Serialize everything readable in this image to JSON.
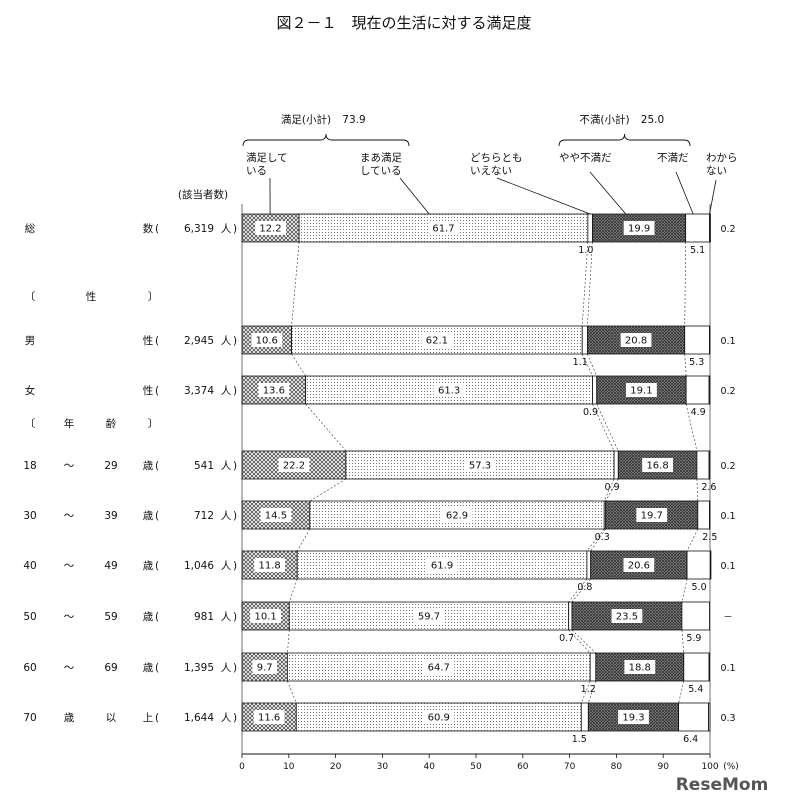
{
  "chart_data": {
    "type": "bar",
    "orientation": "horizontal",
    "stacked": true,
    "title": "図２－１　現在の生活に対する満足度",
    "count_header": "(該当者数)",
    "groups": {
      "satisfied": {
        "label": "満足(小計)",
        "value": "73.9"
      },
      "dissatisfied": {
        "label": "不満(小計)",
        "value": "25.0"
      }
    },
    "legend": [
      {
        "key": "s1",
        "label_lines": [
          "満足して",
          "いる"
        ],
        "pattern": "cross"
      },
      {
        "key": "s2",
        "label_lines": [
          "まあ満足",
          "している"
        ],
        "pattern": "dots"
      },
      {
        "key": "s3",
        "label_lines": [
          "どちらとも",
          "いえない"
        ],
        "pattern": "white"
      },
      {
        "key": "s4",
        "label_lines": [
          "やや不満だ"
        ],
        "pattern": "dense"
      },
      {
        "key": "s5",
        "label_lines": [
          "不満だ"
        ],
        "pattern": "white"
      },
      {
        "key": "s6",
        "label_lines": [
          "わから",
          "ない"
        ],
        "pattern": "white"
      }
    ],
    "sections": [
      {
        "key": "sex",
        "label_chars": [
          "〔",
          "性",
          "〕"
        ]
      },
      {
        "key": "age",
        "label_chars": [
          "〔",
          "年",
          "齢",
          "〕"
        ]
      }
    ],
    "rows": [
      {
        "name_chars": [
          "総",
          "数"
        ],
        "count": "6,319",
        "unit": "人",
        "values": [
          12.2,
          61.7,
          1.0,
          19.9,
          5.1,
          0.2
        ],
        "labels": [
          "12.2",
          "61.7",
          "1.0",
          "19.9",
          "5.1",
          "0.2"
        ]
      },
      {
        "name_chars": [
          "男",
          "性"
        ],
        "count": "2,945",
        "unit": "人",
        "values": [
          10.6,
          62.1,
          1.1,
          20.8,
          5.3,
          0.1
        ],
        "labels": [
          "10.6",
          "62.1",
          "1.1",
          "20.8",
          "5.3",
          "0.1"
        ]
      },
      {
        "name_chars": [
          "女",
          "性"
        ],
        "count": "3,374",
        "unit": "人",
        "values": [
          13.6,
          61.3,
          0.9,
          19.1,
          4.9,
          0.2
        ],
        "labels": [
          "13.6",
          "61.3",
          "0.9",
          "19.1",
          "4.9",
          "0.2"
        ]
      },
      {
        "name_chars": [
          "18",
          "～",
          "29",
          "歳"
        ],
        "count": "541",
        "unit": "人",
        "values": [
          22.2,
          57.3,
          0.9,
          16.8,
          2.6,
          0.2
        ],
        "labels": [
          "22.2",
          "57.3",
          "0.9",
          "16.8",
          "2.6",
          "0.2"
        ]
      },
      {
        "name_chars": [
          "30",
          "～",
          "39",
          "歳"
        ],
        "count": "712",
        "unit": "人",
        "values": [
          14.5,
          62.9,
          0.3,
          19.7,
          2.5,
          0.1
        ],
        "labels": [
          "14.5",
          "62.9",
          "0.3",
          "19.7",
          "2.5",
          "0.1"
        ]
      },
      {
        "name_chars": [
          "40",
          "～",
          "49",
          "歳"
        ],
        "count": "1,046",
        "unit": "人",
        "values": [
          11.8,
          61.9,
          0.8,
          20.6,
          5.0,
          0.1
        ],
        "labels": [
          "11.8",
          "61.9",
          "0.8",
          "20.6",
          "5.0",
          "0.1"
        ]
      },
      {
        "name_chars": [
          "50",
          "～",
          "59",
          "歳"
        ],
        "count": "981",
        "unit": "人",
        "values": [
          10.1,
          59.7,
          0.7,
          23.5,
          5.9,
          0
        ],
        "labels": [
          "10.1",
          "59.7",
          "0.7",
          "23.5",
          "5.9",
          "－"
        ]
      },
      {
        "name_chars": [
          "60",
          "～",
          "69",
          "歳"
        ],
        "count": "1,395",
        "unit": "人",
        "values": [
          9.7,
          64.7,
          1.2,
          18.8,
          5.4,
          0.1
        ],
        "labels": [
          "9.7",
          "64.7",
          "1.2",
          "18.8",
          "5.4",
          "0.1"
        ]
      },
      {
        "name_chars": [
          "70",
          "歳",
          "以",
          "上"
        ],
        "count": "1,644",
        "unit": "人",
        "values": [
          11.6,
          60.9,
          1.5,
          19.3,
          6.4,
          0.3
        ],
        "labels": [
          "11.6",
          "60.9",
          "1.5",
          "19.3",
          "6.4",
          "0.3"
        ]
      }
    ],
    "xlim": [
      0,
      100
    ],
    "xticks": [
      "0",
      "10",
      "20",
      "30",
      "40",
      "50",
      "60",
      "70",
      "80",
      "90",
      "100"
    ],
    "xunit": "(%)",
    "grid": false
  },
  "watermark": "ReseMom"
}
